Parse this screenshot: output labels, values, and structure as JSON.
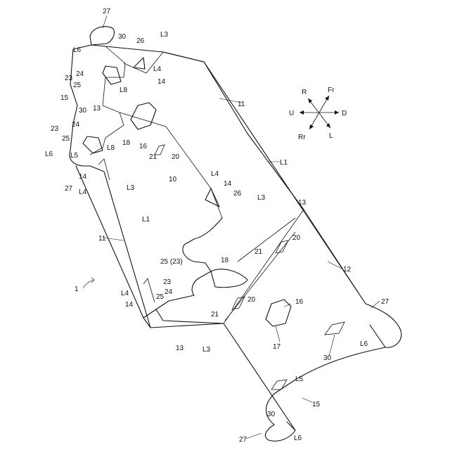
{
  "figure": {
    "labels": [
      {
        "id": "l27a",
        "text": "27"
      },
      {
        "id": "l30a",
        "text": "30"
      },
      {
        "id": "l26a",
        "text": "26"
      },
      {
        "id": "l3a",
        "text": "L3"
      },
      {
        "id": "l6a",
        "text": "L6"
      },
      {
        "id": "l4a",
        "text": "L4"
      },
      {
        "id": "l8a",
        "text": "L8"
      },
      {
        "id": "l14a",
        "text": "14"
      },
      {
        "id": "l23a",
        "text": "23"
      },
      {
        "id": "l24a",
        "text": "24"
      },
      {
        "id": "l25a",
        "text": "25"
      },
      {
        "id": "l15a",
        "text": "15"
      },
      {
        "id": "l13a",
        "text": "13"
      },
      {
        "id": "l11a",
        "text": "11"
      },
      {
        "id": "l23b",
        "text": "23"
      },
      {
        "id": "l30b",
        "text": "30"
      },
      {
        "id": "l24b",
        "text": "24"
      },
      {
        "id": "l25b",
        "text": "25"
      },
      {
        "id": "l8b",
        "text": "L8"
      },
      {
        "id": "l18a",
        "text": "18"
      },
      {
        "id": "l16a",
        "text": "16"
      },
      {
        "id": "l6b",
        "text": "L6"
      },
      {
        "id": "l5a",
        "text": "L5"
      },
      {
        "id": "l21a",
        "text": "21"
      },
      {
        "id": "l20a",
        "text": "20"
      },
      {
        "id": "l10",
        "text": "10"
      },
      {
        "id": "l4b",
        "text": "L4"
      },
      {
        "id": "l14b",
        "text": "14"
      },
      {
        "id": "l26b",
        "text": "26"
      },
      {
        "id": "l1a",
        "text": "L1"
      },
      {
        "id": "l27b",
        "text": "27"
      },
      {
        "id": "l14c",
        "text": "14"
      },
      {
        "id": "l4c",
        "text": "L4"
      },
      {
        "id": "l3b",
        "text": "L3"
      },
      {
        "id": "l3c",
        "text": "L3"
      },
      {
        "id": "l13b",
        "text": "13"
      },
      {
        "id": "l11b",
        "text": "11"
      },
      {
        "id": "l1b",
        "text": "L1"
      },
      {
        "id": "l21b",
        "text": "21"
      },
      {
        "id": "l20b",
        "text": "20"
      },
      {
        "id": "l12",
        "text": "12"
      },
      {
        "id": "l25c",
        "text": "25 (23)"
      },
      {
        "id": "l18b",
        "text": "18"
      },
      {
        "id": "l1ref",
        "text": "1"
      },
      {
        "id": "l4d",
        "text": "L4"
      },
      {
        "id": "l14d",
        "text": "14"
      },
      {
        "id": "l25d",
        "text": "25"
      },
      {
        "id": "l23c",
        "text": "23"
      },
      {
        "id": "l24c",
        "text": "24"
      },
      {
        "id": "l21c",
        "text": "21"
      },
      {
        "id": "l20c",
        "text": "20"
      },
      {
        "id": "l16b",
        "text": "16"
      },
      {
        "id": "l27c",
        "text": "27"
      },
      {
        "id": "l13c",
        "text": "13"
      },
      {
        "id": "l3d",
        "text": "L3"
      },
      {
        "id": "l17",
        "text": "17"
      },
      {
        "id": "l30c",
        "text": "30"
      },
      {
        "id": "l6c",
        "text": "L6"
      },
      {
        "id": "l5b",
        "text": "L5"
      },
      {
        "id": "l15b",
        "text": "15"
      },
      {
        "id": "l30d",
        "text": "30"
      },
      {
        "id": "l27d",
        "text": "27"
      },
      {
        "id": "l6d",
        "text": "L6"
      }
    ],
    "compass": {
      "up": "R",
      "fr": "Fr",
      "u": "U",
      "d": "D",
      "rr": "Rr",
      "l": "L"
    }
  }
}
